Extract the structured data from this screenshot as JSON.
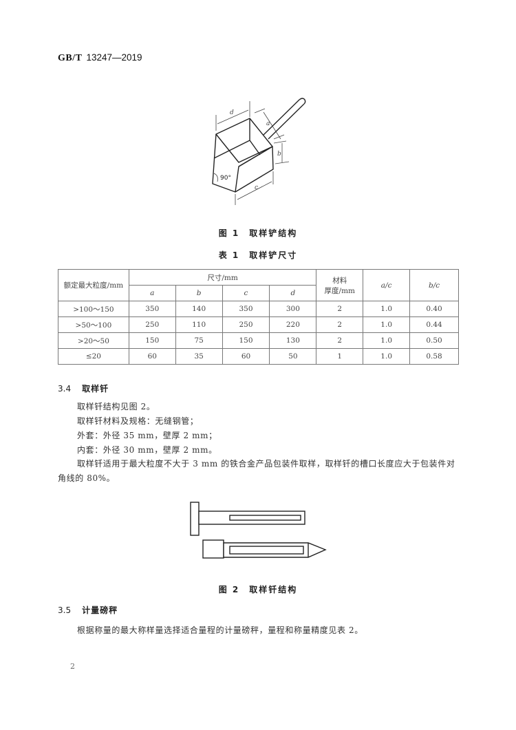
{
  "header": {
    "standard_prefix": "GB/T",
    "standard_number": "13247—2019"
  },
  "figure1": {
    "caption": "图 1　取样铲结构",
    "labels": {
      "a": "a",
      "b": "b",
      "c": "c",
      "d": "d",
      "angle": "90°"
    }
  },
  "table1": {
    "caption": "表 1　取样铲尺寸",
    "headers": {
      "size_range": "额定最大粒度/mm",
      "dimensions": "尺寸/mm",
      "a": "a",
      "b": "b",
      "c": "c",
      "d": "d",
      "thickness_line1": "材料",
      "thickness_line2": "厚度/mm",
      "a_over_c": "a/c",
      "b_over_c": "b/c"
    },
    "rows": [
      {
        "range": ">100～150",
        "a": "350",
        "b": "140",
        "c": "350",
        "d": "300",
        "thickness": "2",
        "ac": "1.0",
        "bc": "0.40"
      },
      {
        "range": ">50～100",
        "a": "250",
        "b": "110",
        "c": "250",
        "d": "220",
        "thickness": "2",
        "ac": "1.0",
        "bc": "0.44"
      },
      {
        "range": ">20～50",
        "a": "150",
        "b": "75",
        "c": "150",
        "d": "130",
        "thickness": "2",
        "ac": "1.0",
        "bc": "0.50"
      },
      {
        "range": "≤20",
        "a": "60",
        "b": "35",
        "c": "60",
        "d": "50",
        "thickness": "1",
        "ac": "1.0",
        "bc": "0.58"
      }
    ]
  },
  "section_3_4": {
    "number": "3.4",
    "title": "取样钎",
    "paragraphs": [
      "取样钎结构见图 2。",
      "取样钎材料及规格：无缝钢管；",
      "外套：外径 35 mm，壁厚 2 mm；",
      "内套：外径 30 mm，壁厚 2 mm。",
      "取样钎适用于最大粒度不大于 3 mm 的铁合金产品包装件取样，取样钎的槽口长度应大于包装件对角线的 80%。"
    ]
  },
  "figure2": {
    "caption": "图 2　取样钎结构"
  },
  "section_3_5": {
    "number": "3.5",
    "title": "计量磅秤",
    "paragraphs": [
      "根据称量的最大称样量选择适合量程的计量磅秤，量程和称量精度见表 2。"
    ]
  },
  "footer": {
    "page_number": "2"
  }
}
